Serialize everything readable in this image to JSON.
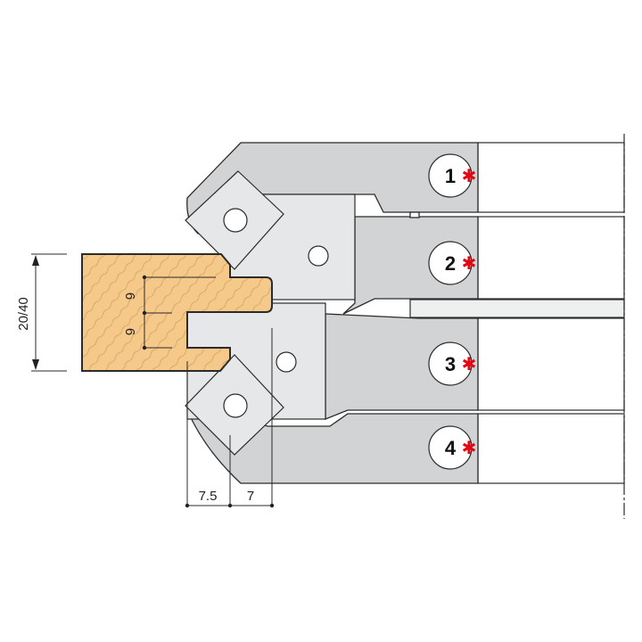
{
  "colors": {
    "body": "#d2d3d5",
    "plate": "#e6e7e8",
    "wood": "#f5c98a",
    "wood_grain": "#d9a664",
    "outline": "#2b2b2b",
    "marker": "#e30613"
  },
  "dimensions": {
    "thickness": "20/40",
    "tongue_upper": "6",
    "tongue_lower": "6",
    "offset_left": "7.5",
    "offset_right": "7"
  },
  "cutters": [
    {
      "number": "1",
      "marker_icon": "red-asterisk"
    },
    {
      "number": "2",
      "marker_icon": "red-asterisk"
    },
    {
      "number": "3",
      "marker_icon": "red-asterisk"
    },
    {
      "number": "4",
      "marker_icon": "red-asterisk"
    }
  ]
}
